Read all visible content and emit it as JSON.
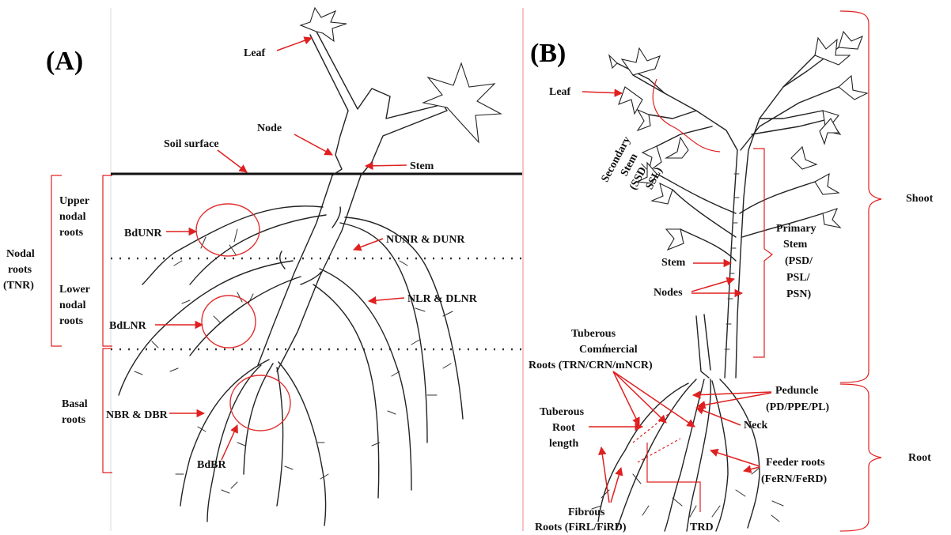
{
  "panels": {
    "a": "(A)",
    "b": "(B)"
  },
  "panel_a": {
    "leaf": "Leaf",
    "node": "Node",
    "soil_surface": "Soil surface",
    "stem": "Stem",
    "upper_nodal_roots": [
      "Upper",
      "nodal",
      "roots"
    ],
    "lower_nodal_roots": [
      "Lower",
      "nodal",
      "roots"
    ],
    "basal_roots": [
      "Basal",
      "roots"
    ],
    "nodal_roots_tnr": [
      "Nodal",
      "roots",
      "(TNR)"
    ],
    "bdunr": "BdUNR",
    "nunr_dunr": "NUNR & DUNR",
    "nlr_dlnr": "NLR & DLNR",
    "bdlnr": "BdLNR",
    "nbr_dbr": "NBR & DBR",
    "bdbr": "BdBR"
  },
  "panel_b": {
    "leaf": "Leaf",
    "secondary_stem": [
      "Secondary",
      "Stem",
      "(SSD/",
      "SSL)"
    ],
    "primary_stem": [
      "Primary",
      "Stem",
      "(PSD/",
      "PSL/",
      "PSN)"
    ],
    "stem": "Stem",
    "nodes": "Nodes",
    "shoot": "Shoot",
    "root": "Root",
    "tuberous_commercial": [
      "Tuberous",
      "/",
      "Commercial",
      "Roots (TRN/CRN/mNCR)"
    ],
    "peduncle": [
      "Peduncle",
      "(PD/PPE/PL)"
    ],
    "neck": "Neck",
    "tuberous_root_length": [
      "Tuberous",
      "Root",
      "length"
    ],
    "feeder_roots": [
      "Feeder roots",
      "(FeRN/FeRD)"
    ],
    "fibrous_roots": [
      "Fibrous",
      "Roots (FiRL/FiRD)"
    ],
    "trd": "TRD"
  },
  "colors": {
    "annotation": "#e02020",
    "line_art": "#222222",
    "background": "#ffffff"
  }
}
